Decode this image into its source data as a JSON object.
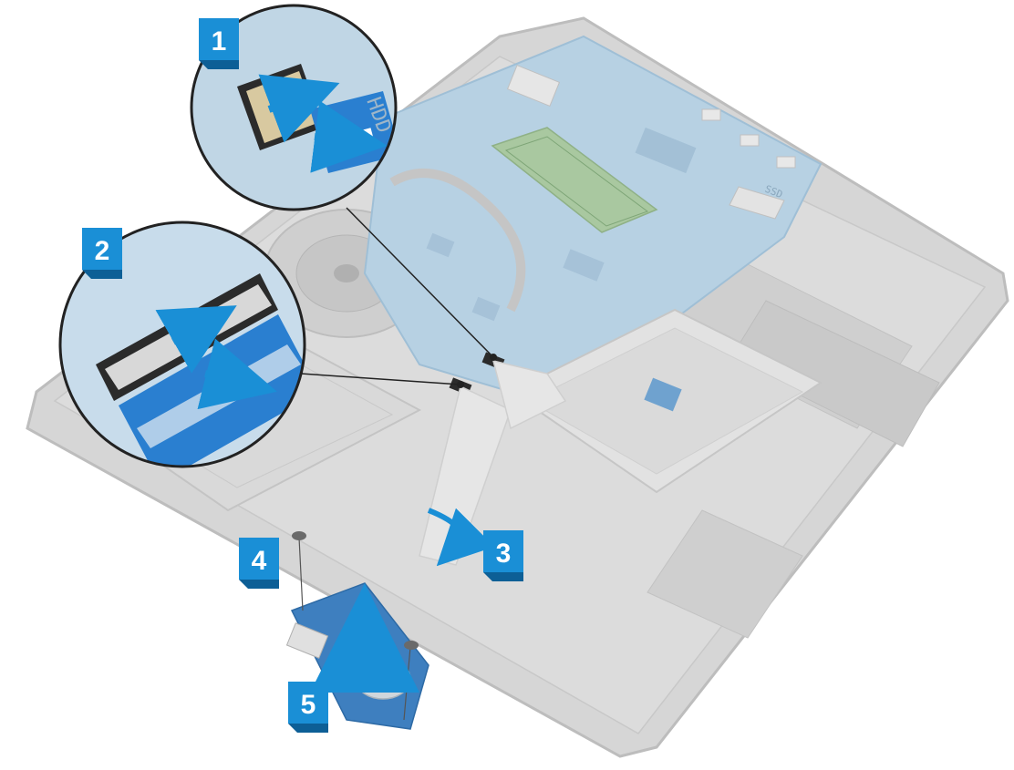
{
  "steps": [
    {
      "number": "1"
    },
    {
      "number": "2"
    },
    {
      "number": "3"
    },
    {
      "number": "4"
    },
    {
      "number": "5"
    }
  ],
  "board_labels": {
    "hdd_mark": "HDD",
    "ssd_mark": "SSD"
  },
  "colors": {
    "accent": "#1a8fd6",
    "cable_blue": "#2a7fd0",
    "board_blue": "#9cc3dc",
    "chassis": "#d2d2d2",
    "chassis_dark": "#b8b8b8",
    "io_board": "#3e7fbf"
  }
}
